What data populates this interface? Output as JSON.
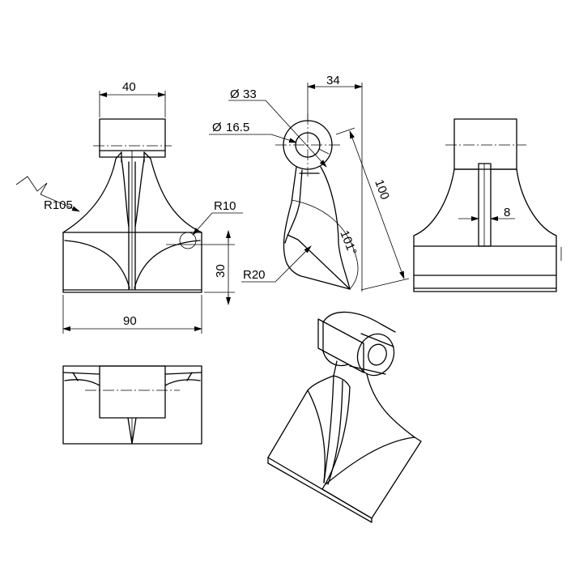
{
  "dimensions": {
    "width_top": "40",
    "width_bottom": "90",
    "radius_large": "R105",
    "radius_fillet": "R10",
    "height_base": "30",
    "hole_outer": "33",
    "hole_inner": "16.5",
    "offset_side": "34",
    "length_arm": "100",
    "angle": "101°",
    "radius_tip": "R20",
    "rib_width": "8"
  },
  "symbols": {
    "diameter": "Ø"
  },
  "colors": {
    "line": "#000000",
    "background": "#ffffff"
  }
}
